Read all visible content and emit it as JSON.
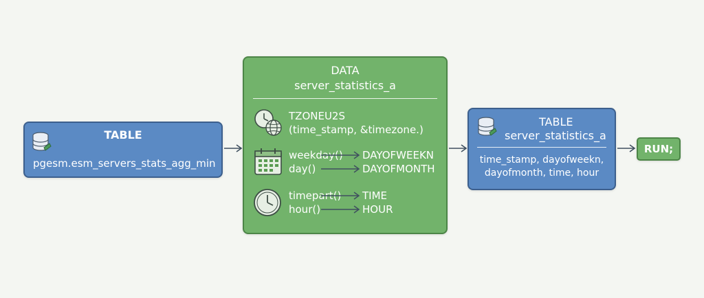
{
  "source_table": {
    "kind": "TABLE",
    "name": "pgesm.esm_servers_stats_agg_min",
    "icon": "database-icon"
  },
  "data_step": {
    "kind": "DATA",
    "name": "server_statistics_a",
    "tz_group": {
      "icon": "clock-globe-icon",
      "line1": "TZONEU2S",
      "line2": "(time_stamp, &timezone.)"
    },
    "date_group": {
      "icon": "calendar-icon",
      "rows": [
        {
          "func": "weekday()",
          "target": "DAYOFWEEKN"
        },
        {
          "func": "day()",
          "target": "DAYOFMONTH"
        }
      ]
    },
    "time_group": {
      "icon": "clock-icon",
      "rows": [
        {
          "func": "timepart()",
          "target": "TIME"
        },
        {
          "func": "hour()",
          "target": "HOUR"
        }
      ]
    }
  },
  "output_table": {
    "kind": "TABLE",
    "name": "server_statistics_a",
    "icon": "database-icon",
    "columns_line1": "time_stamp, dayofweekn,",
    "columns_line2": "dayofmonth, time, hour"
  },
  "run": {
    "label": "RUN;"
  },
  "colors": {
    "blue_fill": "#5b8ac4",
    "blue_border": "#3c5f8d",
    "green_fill": "#72b36b",
    "green_border": "#4c8547",
    "arrow": "#3f4f5f"
  }
}
